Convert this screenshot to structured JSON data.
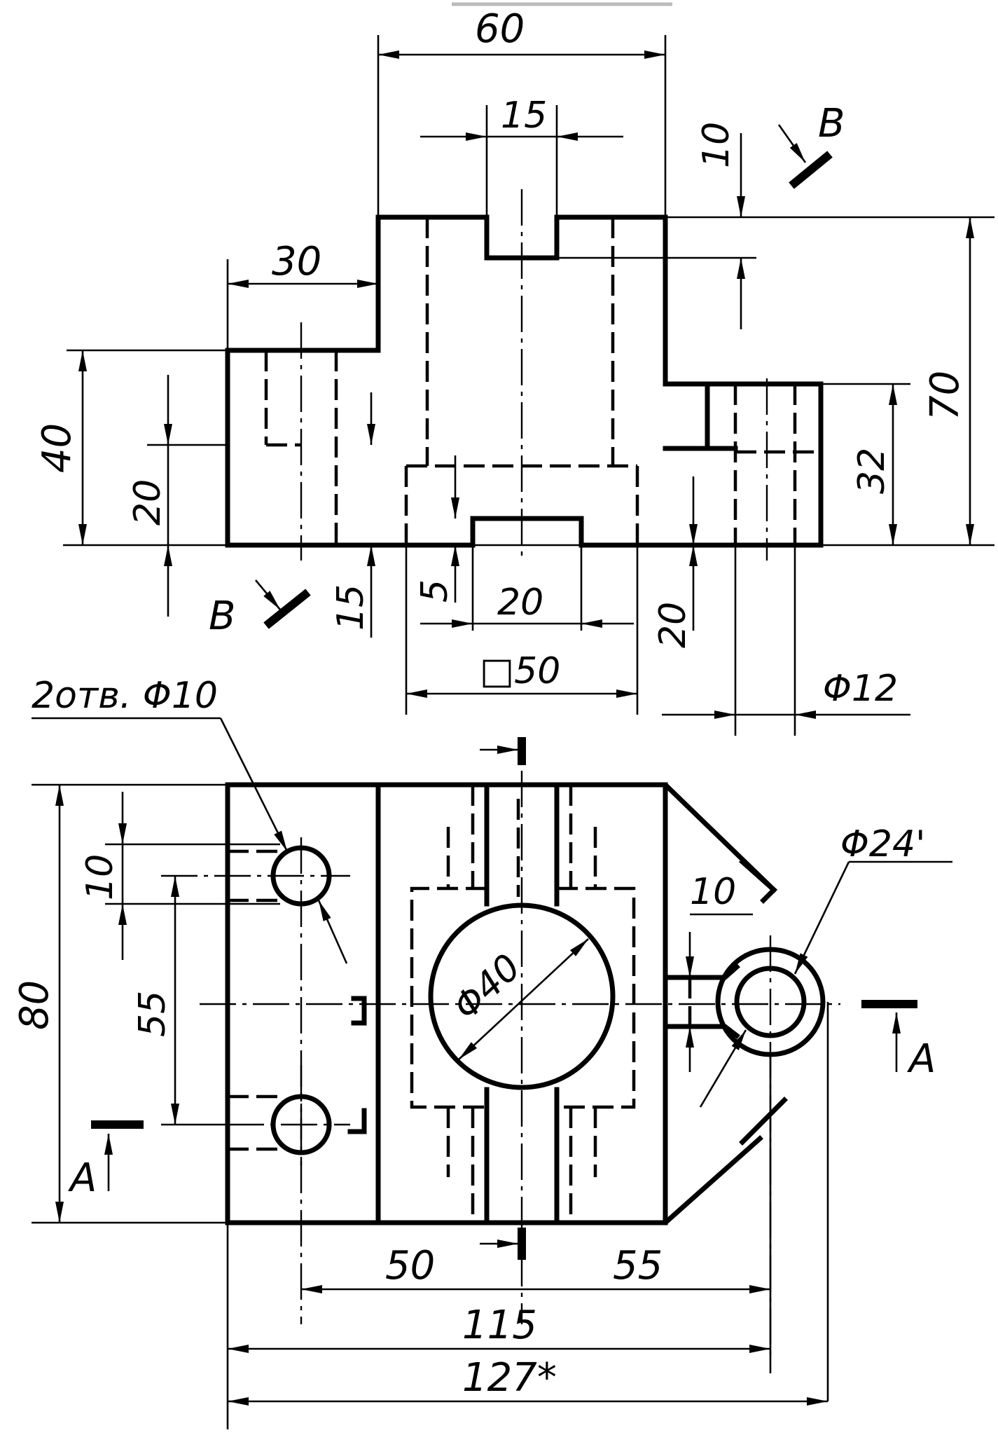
{
  "dims": {
    "d60": "60",
    "d15_top": "15",
    "d10_top": "10",
    "d30": "30",
    "d70": "70",
    "d40": "40",
    "d20_left": "20",
    "d32": "32",
    "d15_bottom": "15",
    "d5": "5",
    "d20_slot": "20",
    "d20_right": "20",
    "square50": "□50",
    "phi12": "Φ12",
    "holes": "2отв. Φ10",
    "d10_plan": "10",
    "d80": "80",
    "d55_vert": "55",
    "phi40": "Φ40",
    "phi24": "Φ24'",
    "d10_lug": "10",
    "d50": "50",
    "d55_horiz": "55",
    "d115": "115",
    "d127": "127*"
  },
  "section_labels": {
    "b_top": "B",
    "b_left": "B",
    "a_right": "A",
    "a_left": "A"
  }
}
